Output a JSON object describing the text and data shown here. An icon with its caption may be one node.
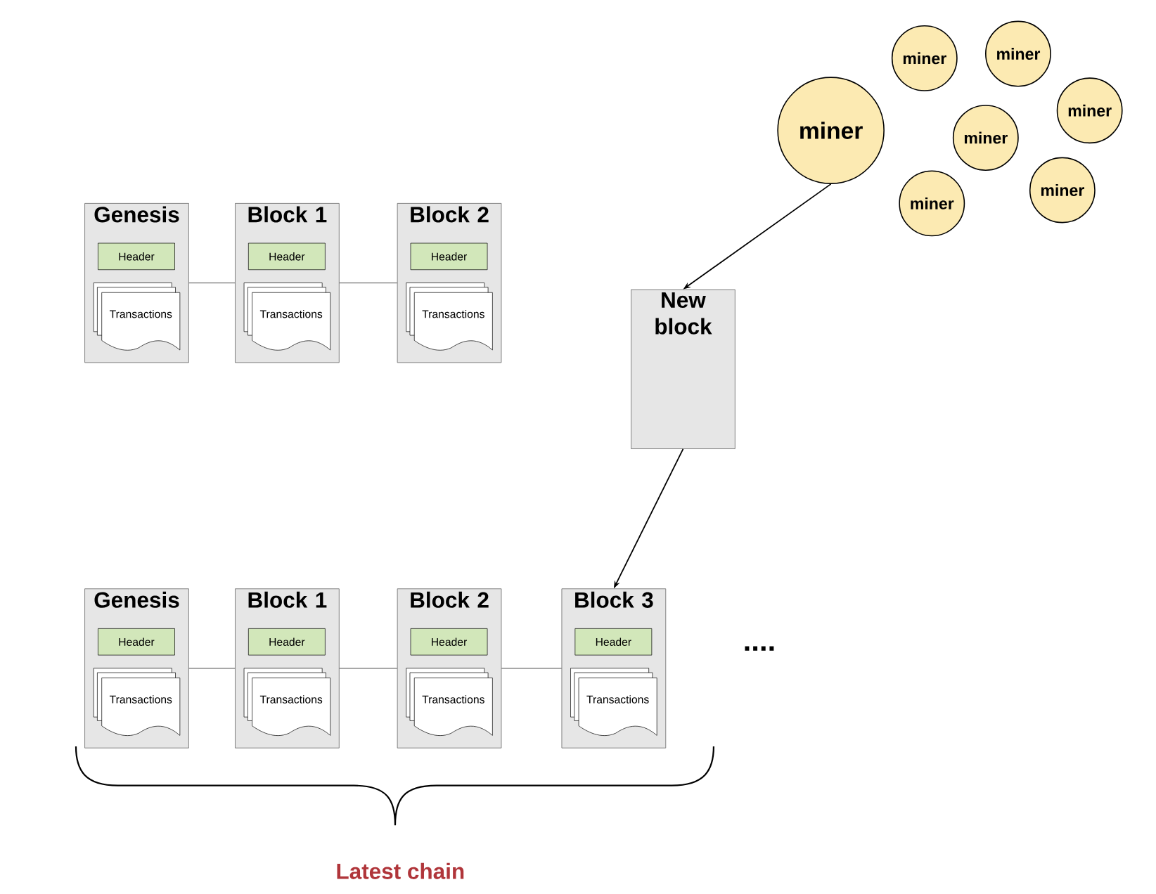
{
  "diagram": {
    "nodes": [
      {
        "text": [
          "miner"
        ]
      },
      {
        "text": [
          "miner"
        ]
      },
      {
        "text": [
          "miner"
        ]
      },
      {
        "text": [
          "miner"
        ]
      },
      {
        "text": [
          "miner"
        ]
      },
      {
        "text": [
          "miner"
        ]
      },
      {
        "text": [
          "miner"
        ]
      },
      {
        "text": [
          "Genesis"
        ]
      },
      {
        "text": [
          "Header"
        ],
        "in": 7
      },
      {
        "text": [
          "Transactions"
        ],
        "in": 7
      },
      {
        "text": [
          "Block 1"
        ]
      },
      {
        "text": [
          "Header"
        ],
        "in": 10
      },
      {
        "text": [
          "Transactions"
        ],
        "in": 10
      },
      {
        "text": [
          "Block 2"
        ]
      },
      {
        "text": [
          "Header"
        ],
        "in": 13
      },
      {
        "text": [
          "Transactions"
        ],
        "in": 13
      },
      {
        "text": [
          "New block"
        ]
      },
      {
        "text": [
          "Genesis"
        ]
      },
      {
        "text": [
          "Header"
        ],
        "in": 17
      },
      {
        "text": [
          "Transactions"
        ],
        "in": 17
      },
      {
        "text": [
          "Block 1"
        ]
      },
      {
        "text": [
          "Header"
        ],
        "in": 20
      },
      {
        "text": [
          "Transactions"
        ],
        "in": 20
      },
      {
        "text": [
          "Block 2"
        ]
      },
      {
        "text": [
          "Header"
        ],
        "in": 23
      },
      {
        "text": [
          "Transactions"
        ],
        "in": 23
      },
      {
        "text": [
          "Block 3"
        ]
      },
      {
        "text": [
          "Header"
        ],
        "in": 26
      },
      {
        "text": [
          "Transactions"
        ],
        "in": 26
      }
    ],
    "edges": [
      {
        "from": 7,
        "to": 10,
        "arrow": "none"
      },
      {
        "from": 10,
        "to": 13,
        "arrow": "none"
      },
      {
        "from": 2,
        "to": 16,
        "arrow": "to"
      },
      {
        "from": 16,
        "to": 26,
        "arrow": "to"
      },
      {
        "from": 17,
        "to": 20,
        "arrow": "none"
      },
      {
        "from": 20,
        "to": 23,
        "arrow": "none"
      },
      {
        "from": 23,
        "to": 26,
        "arrow": "none"
      }
    ],
    "labels": [
      "....",
      "Latest chain"
    ]
  }
}
